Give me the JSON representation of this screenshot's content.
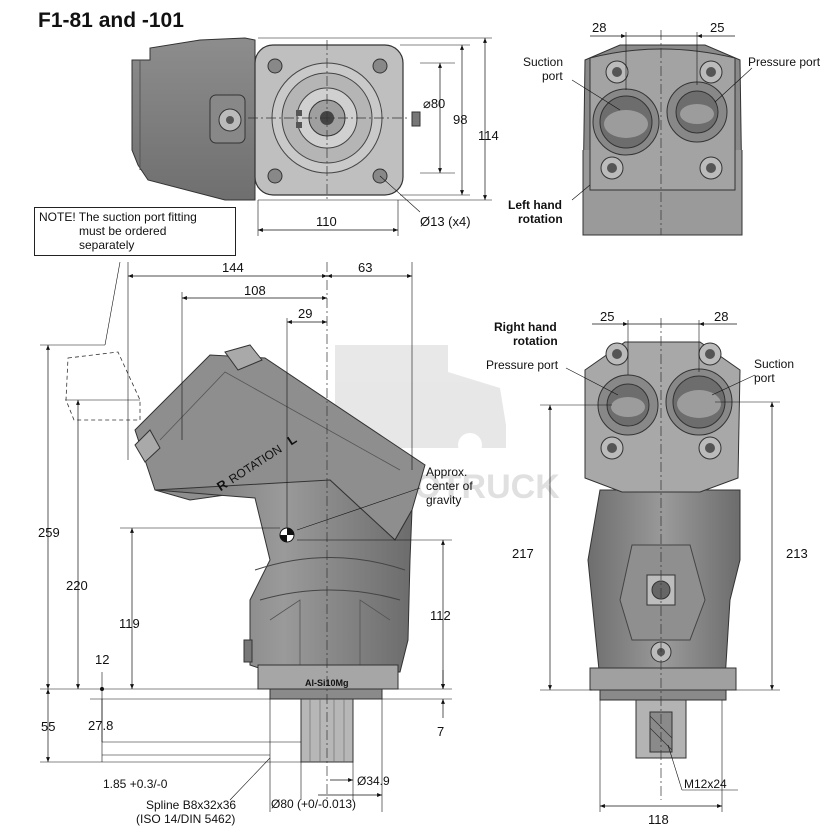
{
  "title": "F1-81 and -101",
  "note": {
    "prefix": "NOTE!",
    "line1": "The suction port fitting",
    "line2": "must be ordered",
    "line3": "separately"
  },
  "watermark": "HYDROTRUCK",
  "top_view": {
    "dim_dia80": "⌀80",
    "dim_98": "98",
    "dim_114": "114",
    "dim_110": "110",
    "dim_holes": "Ø13 (x4)"
  },
  "end_view_top": {
    "dim_left": "28",
    "dim_right": "25",
    "suction_label": [
      "Suction",
      "port"
    ],
    "pressure_label": "Pressure port",
    "rotation_label": [
      "Left hand",
      "rotation"
    ]
  },
  "end_view_bottom": {
    "dim_left": "25",
    "dim_right": "28",
    "rotation_label": [
      "Right hand",
      "rotation"
    ],
    "pressure_label": "Pressure port",
    "suction_label": [
      "Suction",
      "port"
    ],
    "dim_217": "217",
    "dim_213": "213",
    "dim_thread": "M12x24",
    "dim_118": "118"
  },
  "side_view": {
    "dim_144": "144",
    "dim_63": "63",
    "dim_108": "108",
    "dim_29": "29",
    "dim_259": "259",
    "dim_220": "220",
    "dim_119": "119",
    "dim_112": "112",
    "dim_12": "12",
    "dim_55": "55",
    "dim_27_8": "27.8",
    "dim_7": "7",
    "dim_tol": "1.85 +0.3/-0",
    "dim_34_9": "Ø34.9",
    "dim_80": "Ø80 (+0/-0.013)",
    "spline_label": [
      "Spline B8x32x36",
      "(ISO 14/DIN 5462)"
    ],
    "cog_label": [
      "Approx.",
      "center of",
      "gravity"
    ],
    "rotation_text": "ROTATION",
    "rotation_r": "R",
    "rotation_l": "L",
    "material": "Al-Si10Mg"
  }
}
